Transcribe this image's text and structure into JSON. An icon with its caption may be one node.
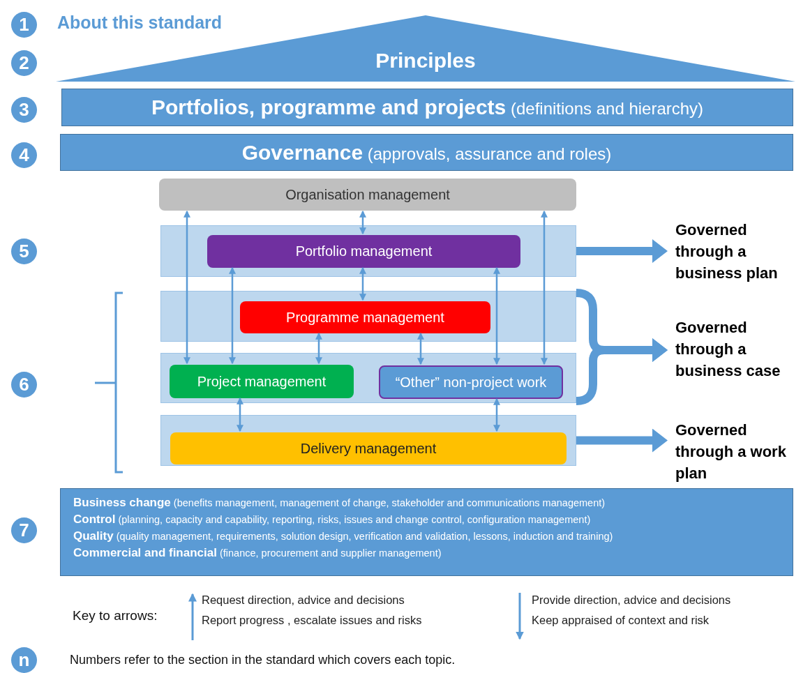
{
  "diagram": {
    "nodes": [
      {
        "text": [
          "1"
        ]
      },
      {
        "text": [
          "2"
        ]
      },
      {
        "text": [
          "Principles"
        ]
      },
      {
        "text": [
          "3"
        ]
      },
      {
        "text": [
          "**Portfolios, programme and projects** (definitions and hierarchy)"
        ]
      },
      {
        "text": [
          "4"
        ]
      },
      {
        "text": [
          "**Governance** (approvals, assurance and roles)"
        ]
      },
      {
        "text": [
          "Organisation management"
        ]
      },
      {
        "text": [
          "5"
        ]
      },
      {
        "text": [],
        "shape": "box"
      },
      {
        "text": [
          "Portfolio management"
        ],
        "in": 9
      },
      {
        "text": [
          "Governed through a business plan"
        ]
      },
      {
        "text": [
          "6"
        ]
      },
      {
        "text": [],
        "shape": "box"
      },
      {
        "text": [
          "Programme management"
        ],
        "in": 13
      },
      {
        "text": [],
        "shape": "box"
      },
      {
        "text": [
          "Project management"
        ],
        "in": 15
      },
      {
        "text": [
          "“Other” non-project work"
        ],
        "in": 15
      },
      {
        "text": [
          "Governed through a business case"
        ]
      },
      {
        "text": [],
        "shape": "box"
      },
      {
        "text": [
          "Delivery management"
        ],
        "in": 19
      },
      {
        "text": [
          "Governed through a work plan"
        ]
      },
      {
        "text": [
          "7"
        ]
      },
      {
        "text": [
          "**Business change** (benefits management, management of change, stakeholder and communications management)",
          "**Control** (planning, capacity and capability, reporting, risks, issues and change control, configuration management)",
          "**Quality** (quality management, requirements, solution design, verification and validation, lessons, induction and training)",
          "**Commercial and financial** (finance, procurement and supplier management)"
        ]
      },
      {
        "text": [
          "n"
        ]
      }
    ],
    "edges": [
      {
        "from": 7,
        "to": 16,
        "arrow": "both"
      },
      {
        "from": 7,
        "to": 10,
        "arrow": "both"
      },
      {
        "from": 7,
        "to": 17,
        "arrow": "both"
      },
      {
        "from": 10,
        "to": 16,
        "arrow": "both"
      },
      {
        "from": 10,
        "to": 14,
        "arrow": "both"
      },
      {
        "from": 10,
        "to": 17,
        "arrow": "both"
      },
      {
        "from": 14,
        "to": 16,
        "arrow": "both"
      },
      {
        "from": 14,
        "to": 17,
        "arrow": "both"
      },
      {
        "from": 16,
        "to": 20,
        "arrow": "both"
      },
      {
        "from": 17,
        "to": 20,
        "arrow": "both"
      },
      {
        "from": 9,
        "to": 11,
        "arrow": "to",
        "style": "thick"
      },
      {
        "from": 13,
        "to": 18,
        "arrow": "to",
        "style": "thick"
      },
      {
        "from": 15,
        "to": 18,
        "arrow": "to",
        "style": "thick"
      },
      {
        "from": 19,
        "to": 21,
        "arrow": "to",
        "style": "thick"
      }
    ],
    "labels": [
      "About this standard",
      "Key to arrows:",
      "Numbers refer to the section in the standard which covers each topic."
    ],
    "legend": [
      {
        "text": "Request direction, advice and decisions"
      },
      {
        "text": "Report progress , escalate issues and risks"
      },
      {
        "text": "Provide direction, advice and decisions"
      },
      {
        "text": "Keep appraised of context and risk"
      }
    ]
  }
}
